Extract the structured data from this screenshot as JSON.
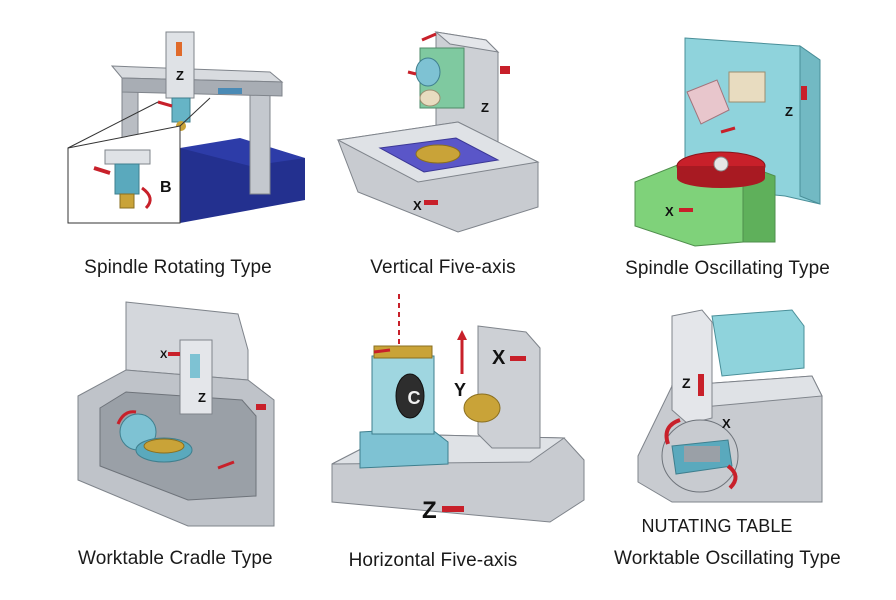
{
  "machines": [
    {
      "caption": "Spindle Rotating Type",
      "axes": [
        "Z",
        "B"
      ]
    },
    {
      "caption": "Vertical Five-axis",
      "axes": [
        "Z",
        "X"
      ]
    },
    {
      "caption": "Spindle Oscillating Type",
      "axes": [
        "Z",
        "X"
      ]
    },
    {
      "caption": "Worktable Cradle Type",
      "axes": [
        "X",
        "Z"
      ]
    },
    {
      "caption": "Horizontal Five-axis",
      "axes": [
        "X",
        "Y",
        "C",
        "Z"
      ]
    },
    {
      "caption_line1": "NUTATING TABLE",
      "caption_line2": "Worktable Oscillating Type",
      "axes": [
        "Z",
        "X"
      ]
    }
  ],
  "colors": {
    "metal": "#c8cbd0",
    "metal_dark": "#8e939a",
    "blue_base": "#23308f",
    "red_table": "#c8202a",
    "cyan_panel": "#8fd3dc",
    "green_base": "#7fd27a",
    "purple_table": "#5a56c8",
    "gold": "#c9a338"
  }
}
